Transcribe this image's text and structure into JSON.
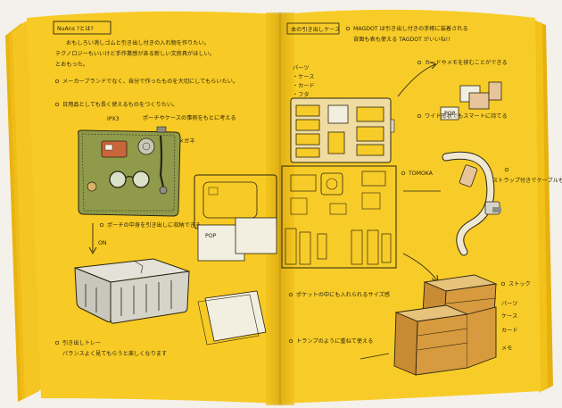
{
  "notebook": {
    "left_page": {
      "title_box": "NuAns ?とは?",
      "intro_lines": [
        "おもしろい消しゴムと引き出し付きの入れ物を作りたい。",
        "テクノロジーもいいけど手作業感がある新しい文房具がほしい。",
        "とおもった。"
      ],
      "bullet_1": "メーカーブランドでなく、自分で作ったものを大切にしてもらいたい。",
      "bullet_2": "日用品としても長く使えるものをつくりたい。",
      "label_ipx": "IPX3",
      "label_pouch": "ポーチやケースの事例をもとに考える",
      "label_glasses": "メガネ",
      "label_bottom_bullet": "ポーチの中身を引き出しに収納できる",
      "label_on": "ON",
      "label_tray": "引き出しトレー",
      "label_final": "バランスよく見てもらうと楽しくなります"
    },
    "right_page": {
      "header_box": "本の引き出しケース",
      "header_note": "MAGDOT は引き出し付きの手帳に装着される",
      "header_note_2": "背面も表も使える TAGDOT がいいね!!",
      "list_title": "パーツ",
      "list_items": [
        "・ケース",
        "・カード",
        "・フタ"
      ],
      "pop_label": "POP",
      "card_note": "カードやメモを挟むことができる",
      "case_note": "ワイド形状でもスマートに持てる",
      "cable_note": "TOMOKA",
      "cable_note_2": "ストラップ付きでケーブルもまとめられる",
      "bottom_note_1": "ポケットの中にも入れられるサイズ感",
      "bottom_note_2": "トランプのように重ねて使える",
      "box_note": "ストック",
      "box_labels": [
        "パーツ",
        "ケース",
        "カード",
        "メモ"
      ]
    }
  }
}
